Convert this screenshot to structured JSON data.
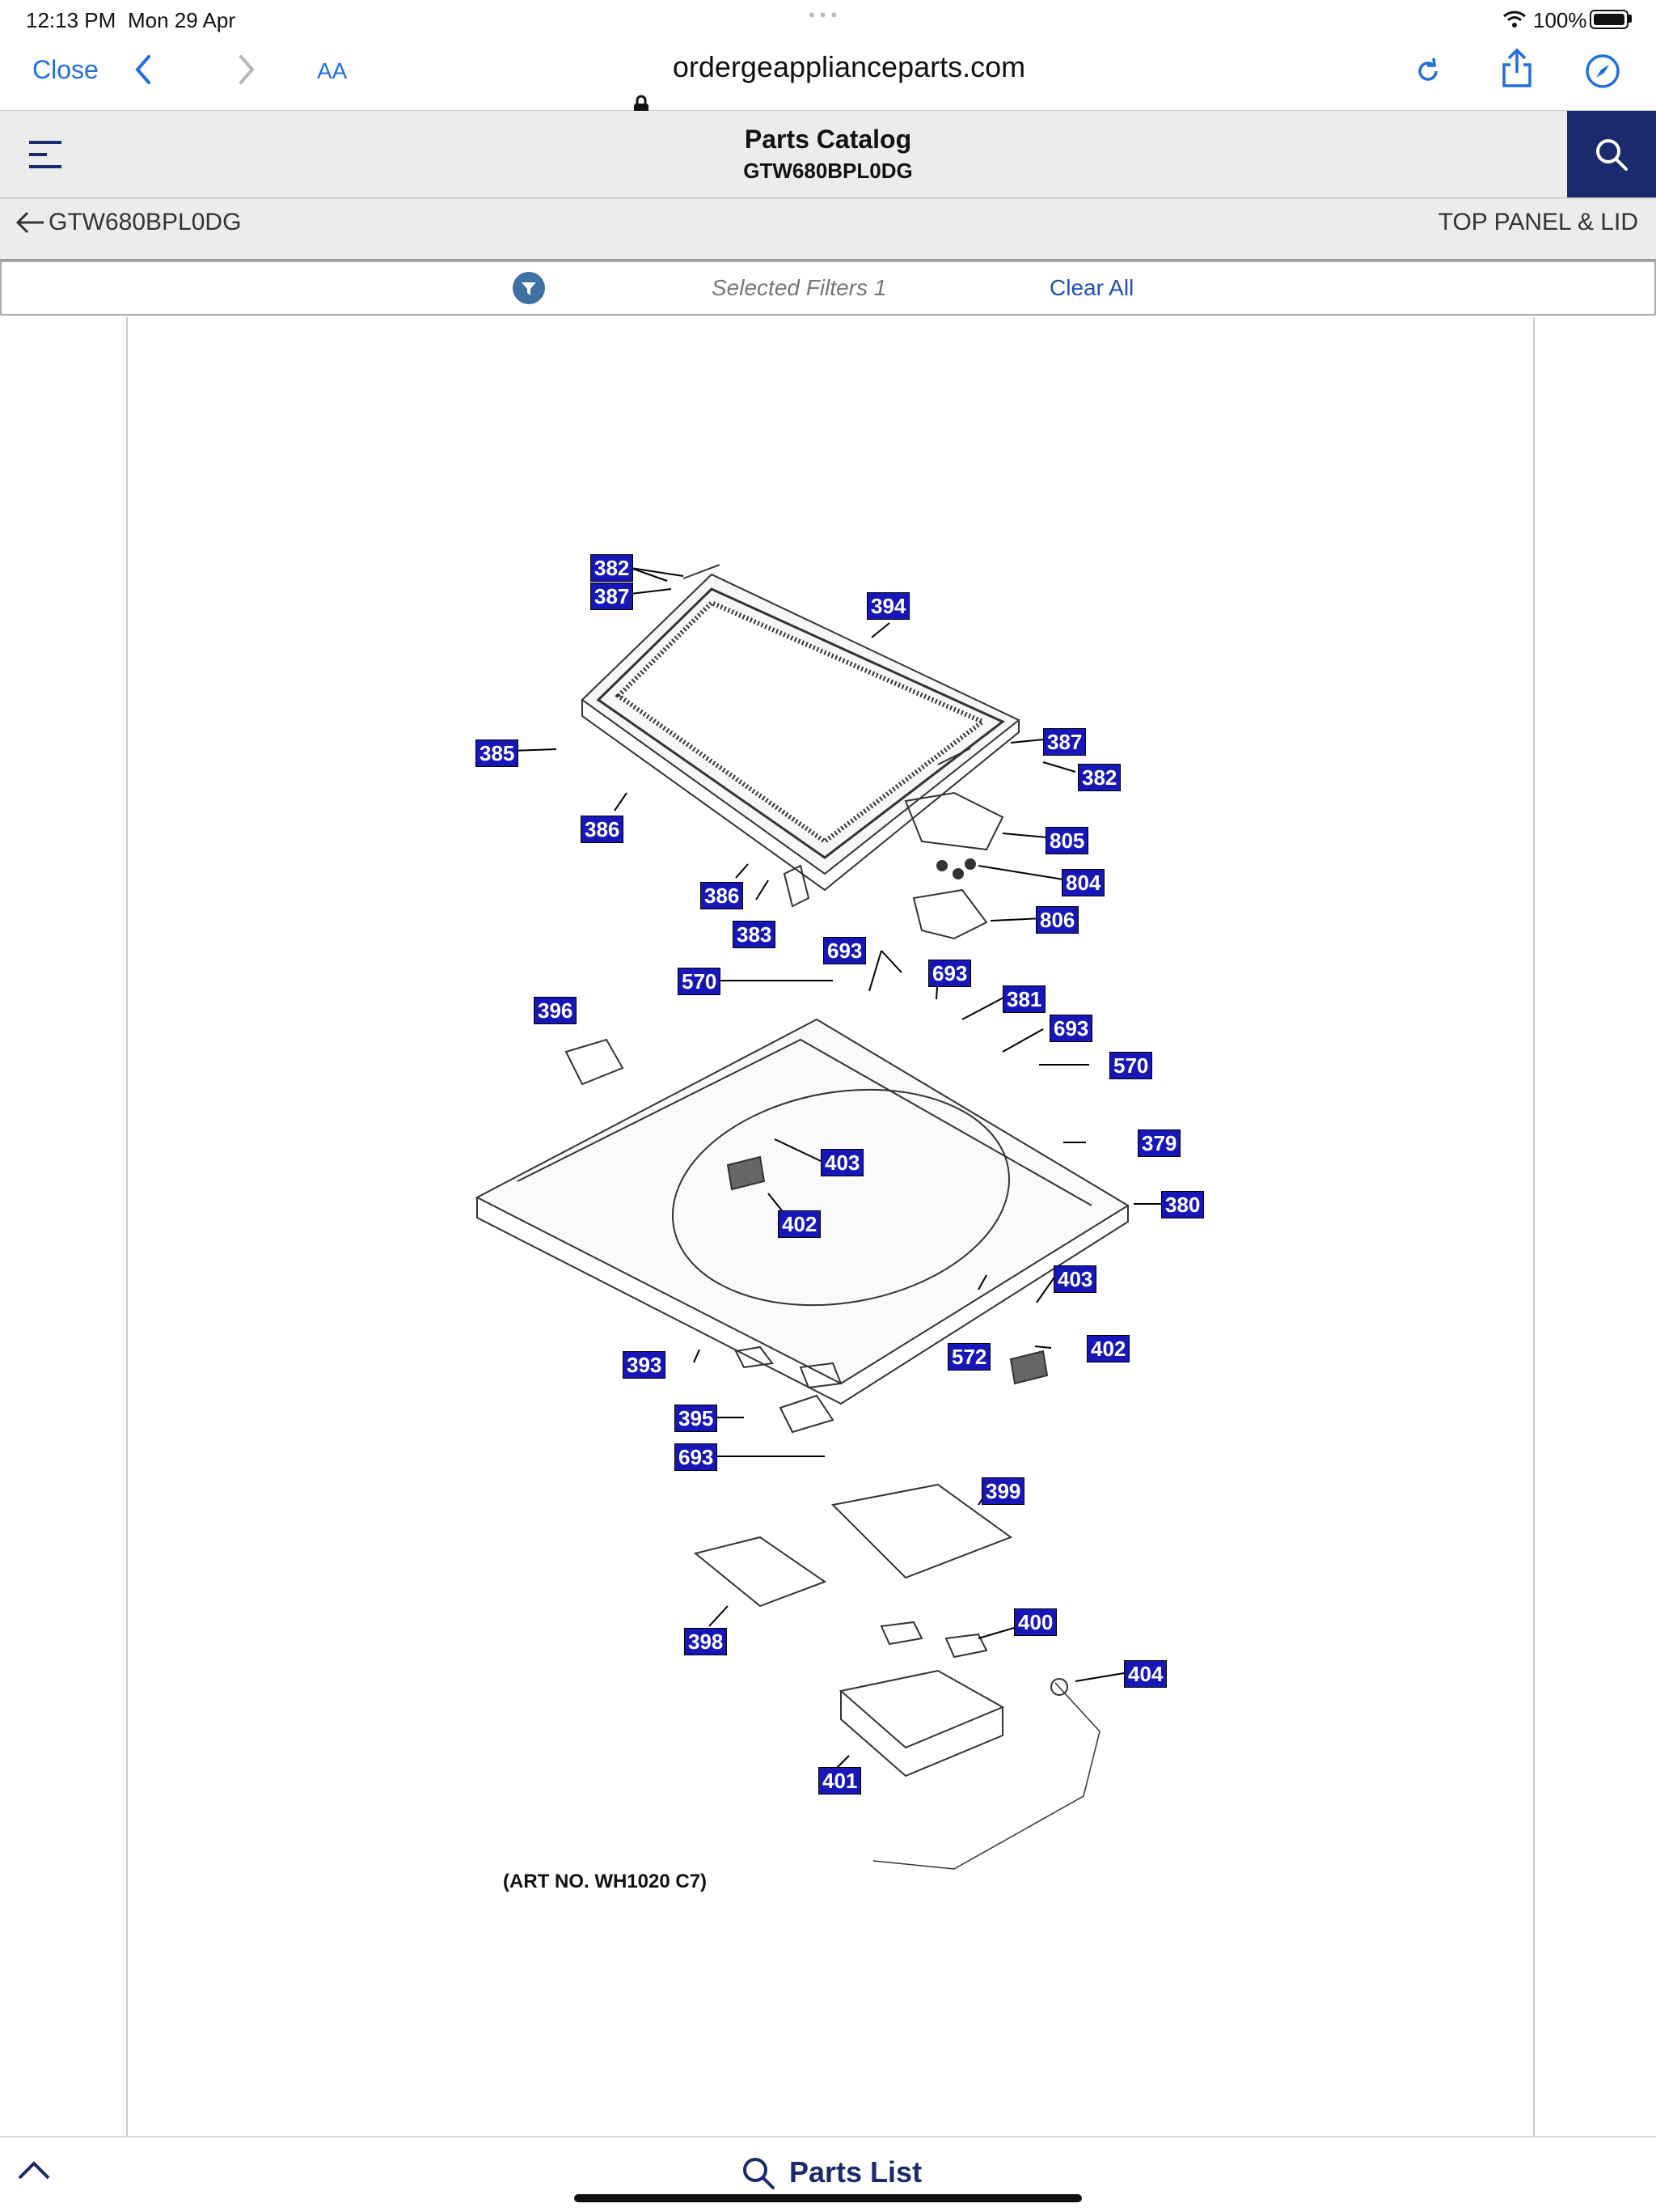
{
  "status_bar": {
    "time": "12:13 PM",
    "date": "Mon 29 Apr",
    "battery": "100%"
  },
  "browser": {
    "close_label": "Close",
    "text_size_label": "AA",
    "url": "ordergeapplianceparts.com"
  },
  "header": {
    "title": "Parts Catalog",
    "subtitle": "GTW680BPL0DG"
  },
  "breadcrumb": {
    "back_label": "GTW680BPL0DG",
    "section": "TOP PANEL & LID"
  },
  "filters": {
    "selected_text": "Selected Filters 1",
    "clear_label": "Clear All"
  },
  "diagram": {
    "art_no": "(ART NO. WH1020 C7)",
    "callouts": [
      "382",
      "387",
      "394",
      "385",
      "387",
      "382",
      "386",
      "805",
      "804",
      "386",
      "806",
      "383",
      "693",
      "570",
      "693",
      "381",
      "396",
      "693",
      "570",
      "379",
      "403",
      "402",
      "380",
      "403",
      "393",
      "572",
      "402",
      "395",
      "693",
      "399",
      "398",
      "400",
      "404",
      "401"
    ]
  },
  "bottom": {
    "parts_list_label": "Parts List"
  }
}
